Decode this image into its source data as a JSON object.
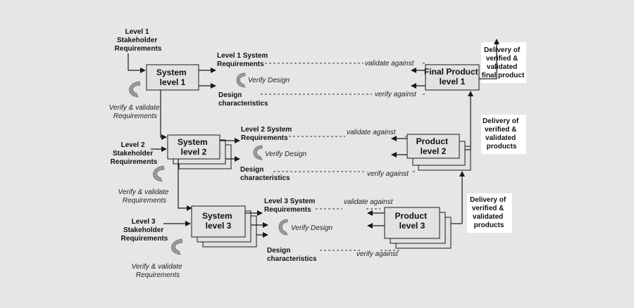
{
  "stakeholder": [
    [
      "Level 1",
      "Stakeholder",
      "Requirements"
    ],
    [
      "Level 2",
      "Stakeholder",
      "Requirements"
    ],
    [
      "Level 3",
      "Stakeholder",
      "Requirements"
    ]
  ],
  "system": [
    [
      "System",
      "level 1"
    ],
    [
      "System",
      "level 2"
    ],
    [
      "System",
      "level 3"
    ]
  ],
  "system_req": [
    [
      "Level 1 System",
      "Requirements"
    ],
    [
      "Level 2 System",
      "Requirements"
    ],
    [
      "Level 3 System",
      "Requirements"
    ]
  ],
  "design_char": [
    [
      "Design",
      "characteristics"
    ],
    [
      "Design",
      "characteristics"
    ],
    [
      "Design",
      "characteristics"
    ]
  ],
  "verify_design": "Verify Design",
  "verify_validate": [
    "Verify & validate",
    "Requirements"
  ],
  "validate_against": "validate against",
  "verify_against": "verify against",
  "product": [
    [
      "Final Product",
      "level 1"
    ],
    [
      "Product",
      "level 2"
    ],
    [
      "Product",
      "level 3"
    ]
  ],
  "delivery": [
    [
      "Delivery of",
      "verified &",
      "validated",
      "final product"
    ],
    [
      "Delivery of",
      "verified &",
      "validated",
      "products"
    ],
    [
      "Delivery of",
      "verified &",
      "validated",
      "products"
    ]
  ]
}
